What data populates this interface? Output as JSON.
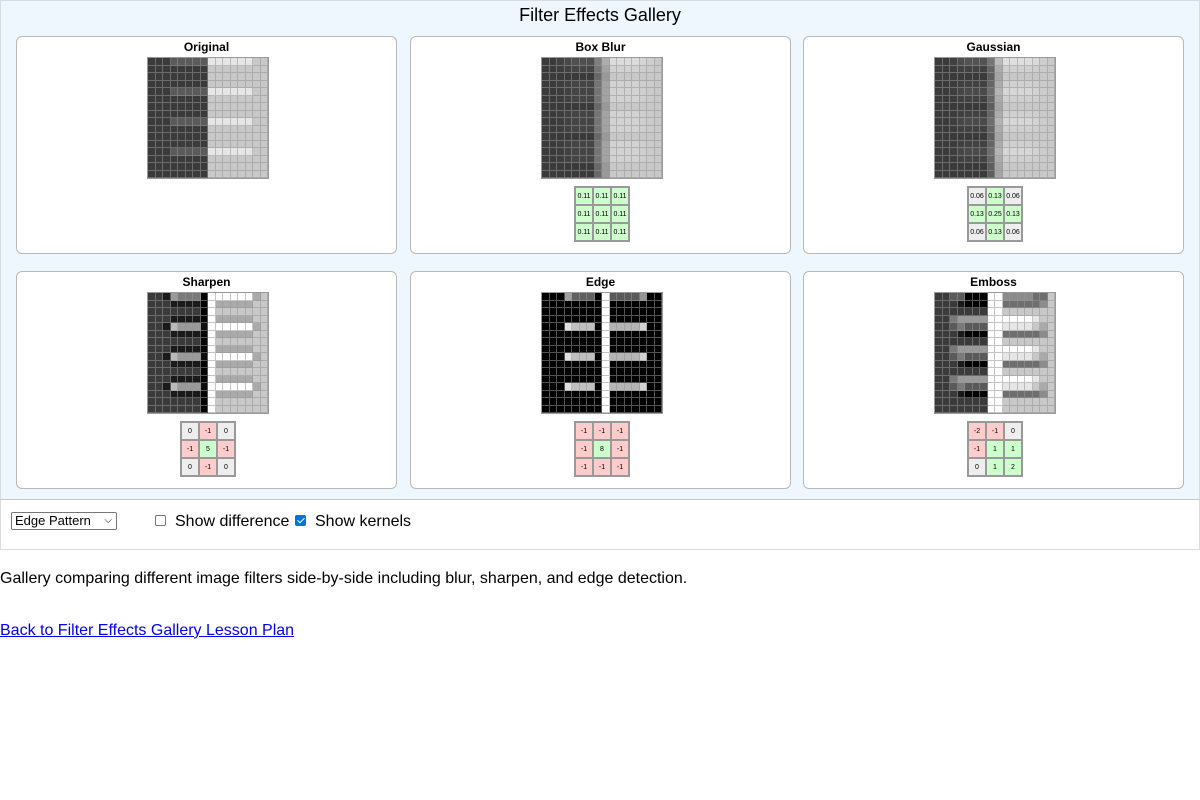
{
  "gallery": {
    "title": "Filter Effects Gallery",
    "background": "#eef6fe"
  },
  "source_image": {
    "size": 16,
    "description": "16x16 grayscale edge pattern: left half dark, right half light, highlight strips every 4th row",
    "base_dark": 58,
    "base_light": 200,
    "strip_dark": 90,
    "strip_light": 230,
    "strip_rows": [
      0,
      4,
      8,
      12
    ],
    "strip_dark_cols": [
      3,
      7
    ],
    "strip_light_cols": [
      8,
      13
    ],
    "split_col": 8
  },
  "filters": [
    {
      "id": "original",
      "label": "Original",
      "kernel": null,
      "display": null
    },
    {
      "id": "box-blur",
      "label": "Box Blur",
      "kernel": [
        [
          0.111,
          0.111,
          0.111
        ],
        [
          0.111,
          0.111,
          0.111
        ],
        [
          0.111,
          0.111,
          0.111
        ]
      ],
      "display": [
        [
          "0.11",
          "0.11",
          "0.11"
        ],
        [
          "0.11",
          "0.11",
          "0.11"
        ],
        [
          "0.11",
          "0.11",
          "0.11"
        ]
      ]
    },
    {
      "id": "gaussian",
      "label": "Gaussian",
      "kernel": [
        [
          0.0625,
          0.125,
          0.0625
        ],
        [
          0.125,
          0.25,
          0.125
        ],
        [
          0.0625,
          0.125,
          0.0625
        ]
      ],
      "display": [
        [
          "0.06",
          "0.13",
          "0.06"
        ],
        [
          "0.13",
          "0.25",
          "0.13"
        ],
        [
          "0.06",
          "0.13",
          "0.06"
        ]
      ]
    },
    {
      "id": "sharpen",
      "label": "Sharpen",
      "kernel": [
        [
          0,
          -1,
          0
        ],
        [
          -1,
          5,
          -1
        ],
        [
          0,
          -1,
          0
        ]
      ],
      "display": [
        [
          "0",
          "-1",
          "0"
        ],
        [
          "-1",
          "5",
          "-1"
        ],
        [
          "0",
          "-1",
          "0"
        ]
      ]
    },
    {
      "id": "edge",
      "label": "Edge",
      "kernel": [
        [
          -1,
          -1,
          -1
        ],
        [
          -1,
          8,
          -1
        ],
        [
          -1,
          -1,
          -1
        ]
      ],
      "display": [
        [
          "-1",
          "-1",
          "-1"
        ],
        [
          "-1",
          "8",
          "-1"
        ],
        [
          "-1",
          "-1",
          "-1"
        ]
      ]
    },
    {
      "id": "emboss",
      "label": "Emboss",
      "kernel": [
        [
          -2,
          -1,
          0
        ],
        [
          -1,
          1,
          1
        ],
        [
          0,
          1,
          2
        ]
      ],
      "display": [
        [
          "-2",
          "-1",
          "0"
        ],
        [
          "-1",
          "1",
          "1"
        ],
        [
          "0",
          "1",
          "2"
        ]
      ]
    }
  ],
  "kernel_colors": {
    "positive": "#ccffcc",
    "negative": "#ffcccc",
    "zero": "#eeeeee",
    "small": "#eeeeee"
  },
  "controls": {
    "pattern_select": {
      "value": "Edge Pattern"
    },
    "show_difference": {
      "label": "Show difference",
      "checked": false
    },
    "show_kernels": {
      "label": "Show kernels",
      "checked": true
    }
  },
  "description": "Gallery comparing different image filters side-by-side including blur, sharpen, and edge detection.",
  "back_link": "Back to Filter Effects Gallery Lesson Plan"
}
